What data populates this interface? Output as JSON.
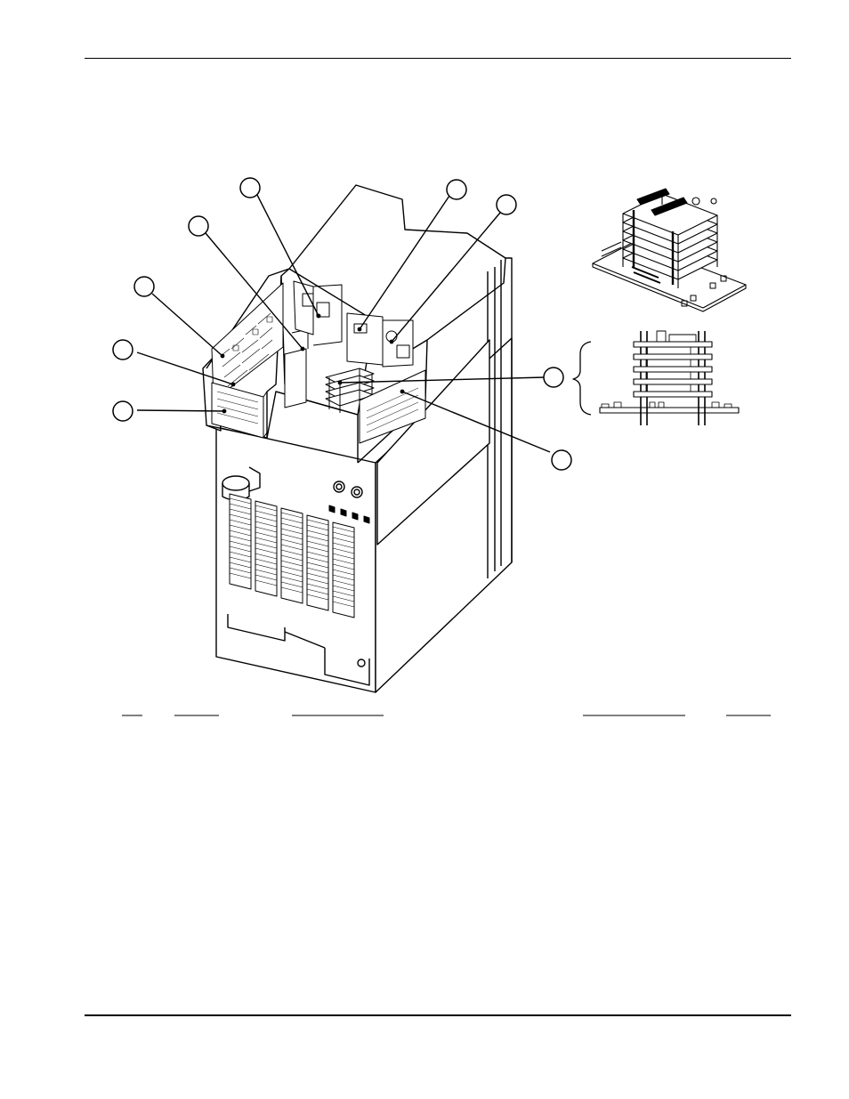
{
  "figure": {
    "callouts": [
      {
        "id": "callout-1"
      },
      {
        "id": "callout-2"
      },
      {
        "id": "callout-3"
      },
      {
        "id": "callout-4"
      },
      {
        "id": "callout-5"
      },
      {
        "id": "callout-6"
      },
      {
        "id": "callout-7"
      },
      {
        "id": "callout-8"
      },
      {
        "id": "callout-9"
      }
    ],
    "insets": [
      "board-stack-isometric",
      "board-stack-side-view"
    ]
  },
  "table_header_rules": [
    "col-item",
    "col-qty",
    "col-description",
    "col-part-number",
    "col-ref"
  ]
}
